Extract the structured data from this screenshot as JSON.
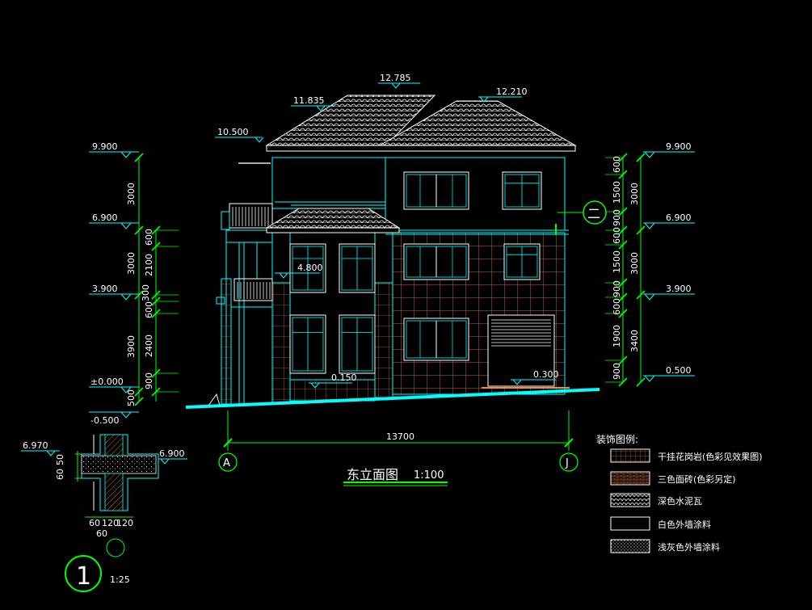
{
  "drawing": {
    "title": "东立面图",
    "scale": "1:100",
    "total_width": "13700",
    "axis_left": "A",
    "axis_right": "J",
    "section_marker": "二",
    "roof_levels": {
      "ridge_main": "12.785",
      "ridge_right": "12.210",
      "ridge_left": "11.835",
      "eave": "10.500"
    },
    "inner_levels": {
      "balcony": "4.800",
      "ground_left": "0.150",
      "ground_right": "0.300"
    },
    "left_levels": [
      "9.900",
      "6.900",
      "3.900",
      "±0.000",
      "-0.500"
    ],
    "left_dims_outer": [
      "3000",
      "3000",
      "3900",
      "500"
    ],
    "left_dims_inner": [
      "600",
      "2100",
      "300",
      "600",
      "2400",
      "900"
    ],
    "right_levels": [
      "9.900",
      "6.900",
      "3.900",
      "0.500"
    ],
    "right_dims_outer": [
      "3000",
      "3000",
      "3400"
    ],
    "right_dims_inner": [
      "600",
      "1500",
      "900",
      "600",
      "1500",
      "900",
      "600",
      "1900",
      "900"
    ]
  },
  "detail": {
    "number": "1",
    "scale": "1:25",
    "level_left": "6.970",
    "level_right": "6.900",
    "dims_vertical": [
      "60",
      "50"
    ],
    "dims_bottom": [
      "60",
      "120",
      "120",
      "60"
    ]
  },
  "legend": {
    "title": "装饰图例:",
    "items": [
      {
        "label": "干挂花岗岩(色彩见效果图)",
        "pattern": "granite-grid"
      },
      {
        "label": "三色面砖(色彩另定)",
        "pattern": "brick"
      },
      {
        "label": "深色水泥瓦",
        "pattern": "tile"
      },
      {
        "label": "白色外墙涂料",
        "pattern": "plain"
      },
      {
        "label": "浅灰色外墙涂料",
        "pattern": "dots"
      }
    ]
  },
  "colors": {
    "outline": "#00ffff",
    "dimension": "#00ff00",
    "brick": "#c86428",
    "text": "#ffffff",
    "roof": "#ffffff"
  }
}
